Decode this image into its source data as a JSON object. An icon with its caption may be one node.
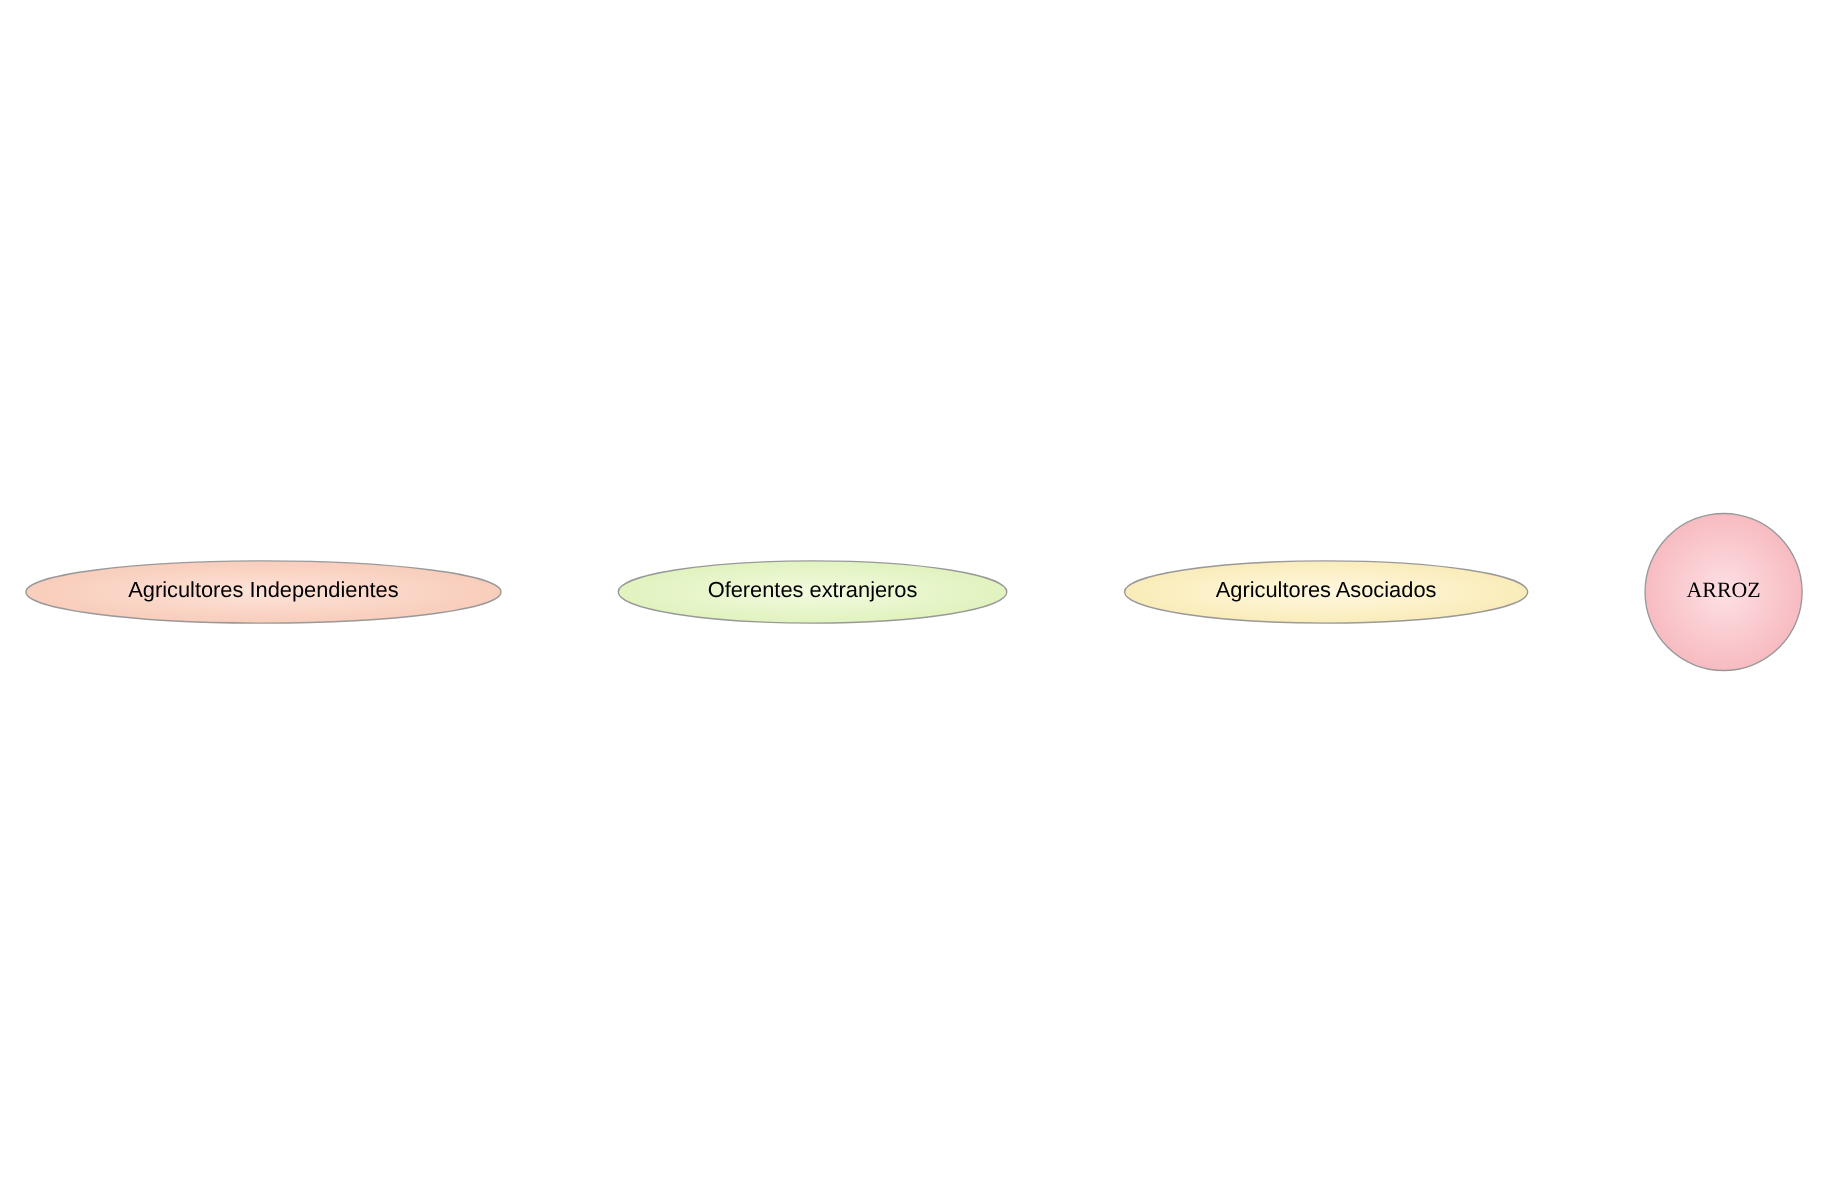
{
  "diagram": {
    "nodes": [
      {
        "text": [
          "Agricultores Independientes"
        ]
      },
      {
        "text": [
          "Oferentes extranjeros"
        ]
      },
      {
        "text": [
          "Agricultores Asociados"
        ]
      },
      {
        "text": [
          "ARROZ"
        ]
      }
    ]
  }
}
